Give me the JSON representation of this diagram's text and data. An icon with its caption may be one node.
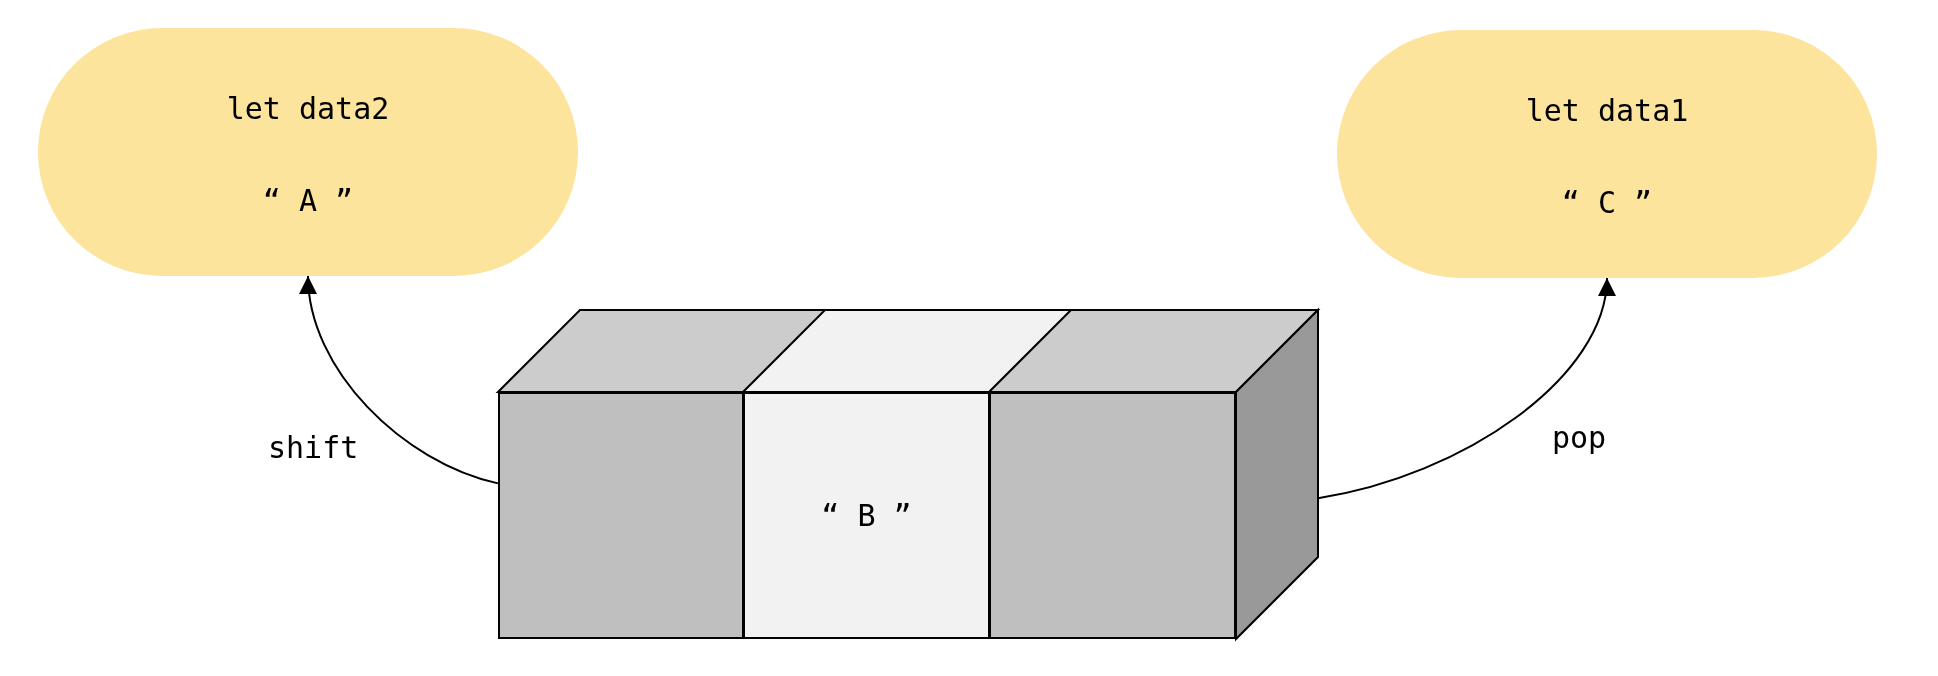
{
  "diagram": {
    "nodes": [
      {
        "text": [
          "let data2",
          "“ A ”"
        ]
      },
      {
        "text": [
          "let data1",
          "“ C ”"
        ]
      },
      {
        "text": [],
        "shape": "box"
      },
      {
        "text": [
          "“ B ”"
        ]
      },
      {
        "text": [],
        "shape": "box"
      }
    ],
    "edges": [
      {
        "from": 2,
        "to": 0,
        "arrow": "to",
        "label": "shift"
      },
      {
        "from": 4,
        "to": 1,
        "arrow": "to",
        "label": "pop"
      }
    ]
  }
}
